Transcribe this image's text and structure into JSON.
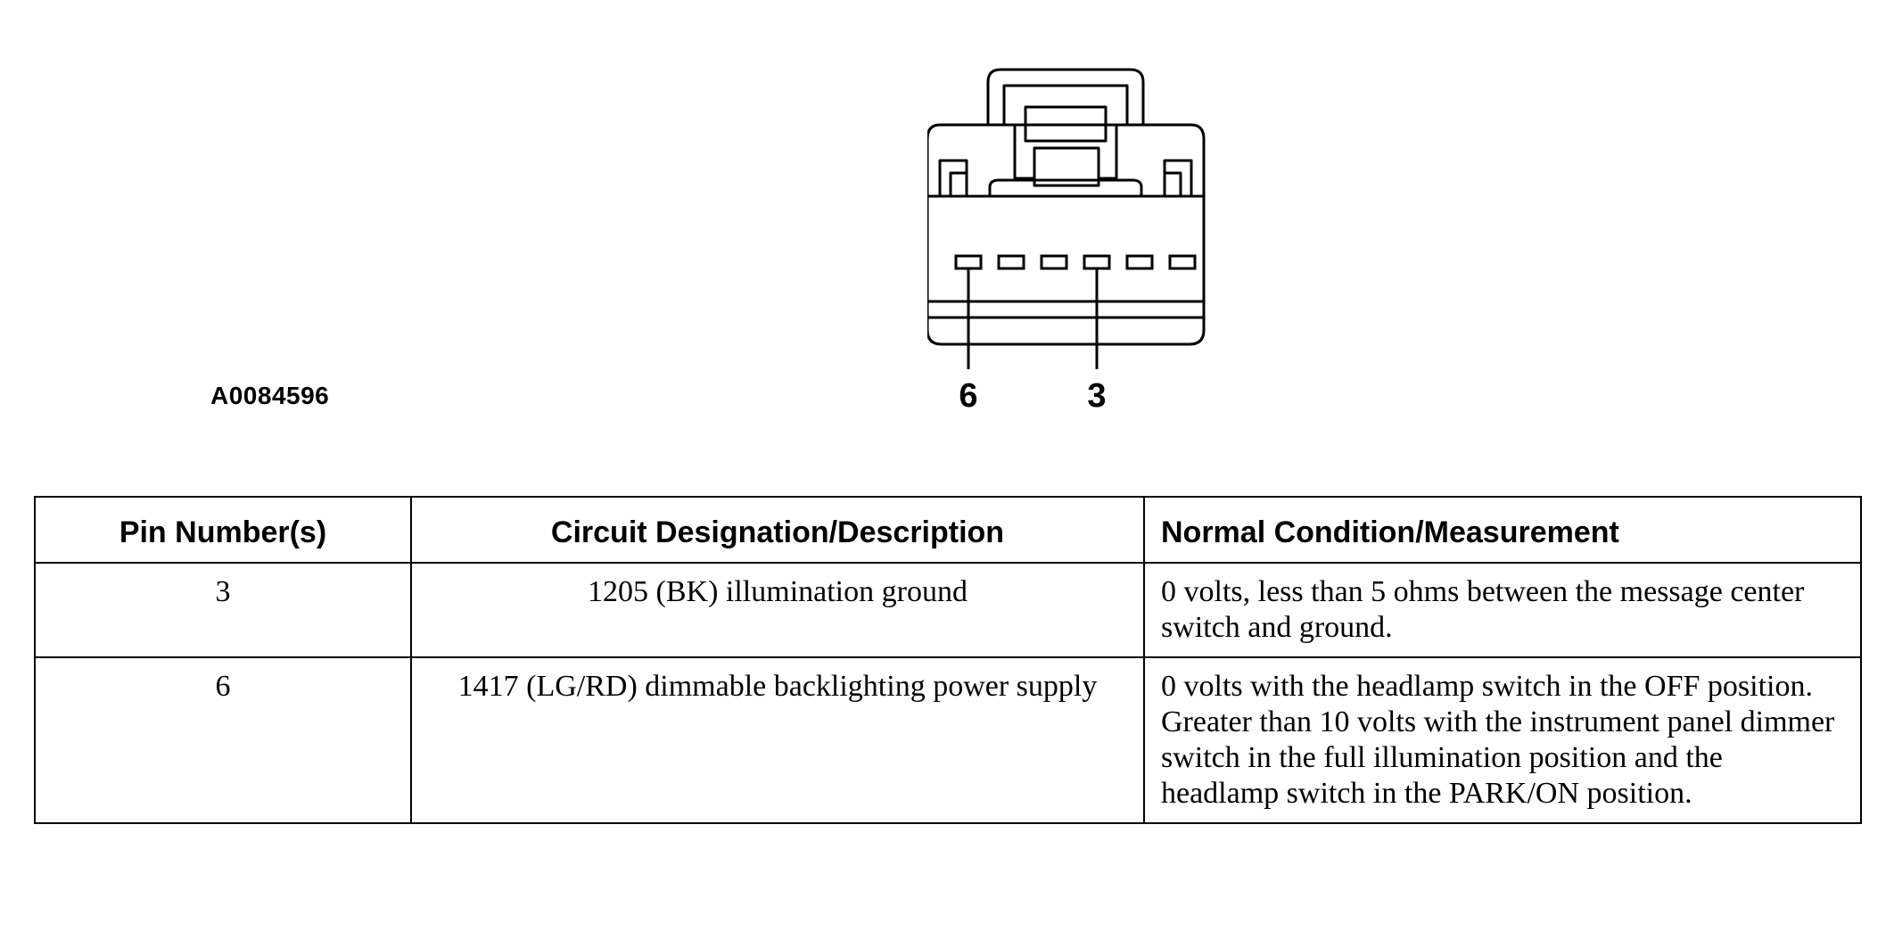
{
  "figure_id": "A0084596",
  "connector": {
    "cavities": 6,
    "callouts": [
      {
        "pin": "6",
        "label": "6"
      },
      {
        "pin": "3",
        "label": "3"
      }
    ]
  },
  "table": {
    "headers": [
      "Pin Number(s)",
      "Circuit Designation/Description",
      "Normal Condition/Measurement"
    ],
    "rows": [
      {
        "pin": "3",
        "circuit": "1205 (BK) illumination ground",
        "condition": "0 volts, less than 5 ohms between the message center switch and ground."
      },
      {
        "pin": "6",
        "circuit": "1417 (LG/RD) dimmable backlighting power supply",
        "condition": "0 volts with the headlamp switch in the OFF position. Greater than 10 volts with the instrument panel dimmer switch in the full illumination position and the headlamp switch in the PARK/ON position."
      }
    ]
  }
}
